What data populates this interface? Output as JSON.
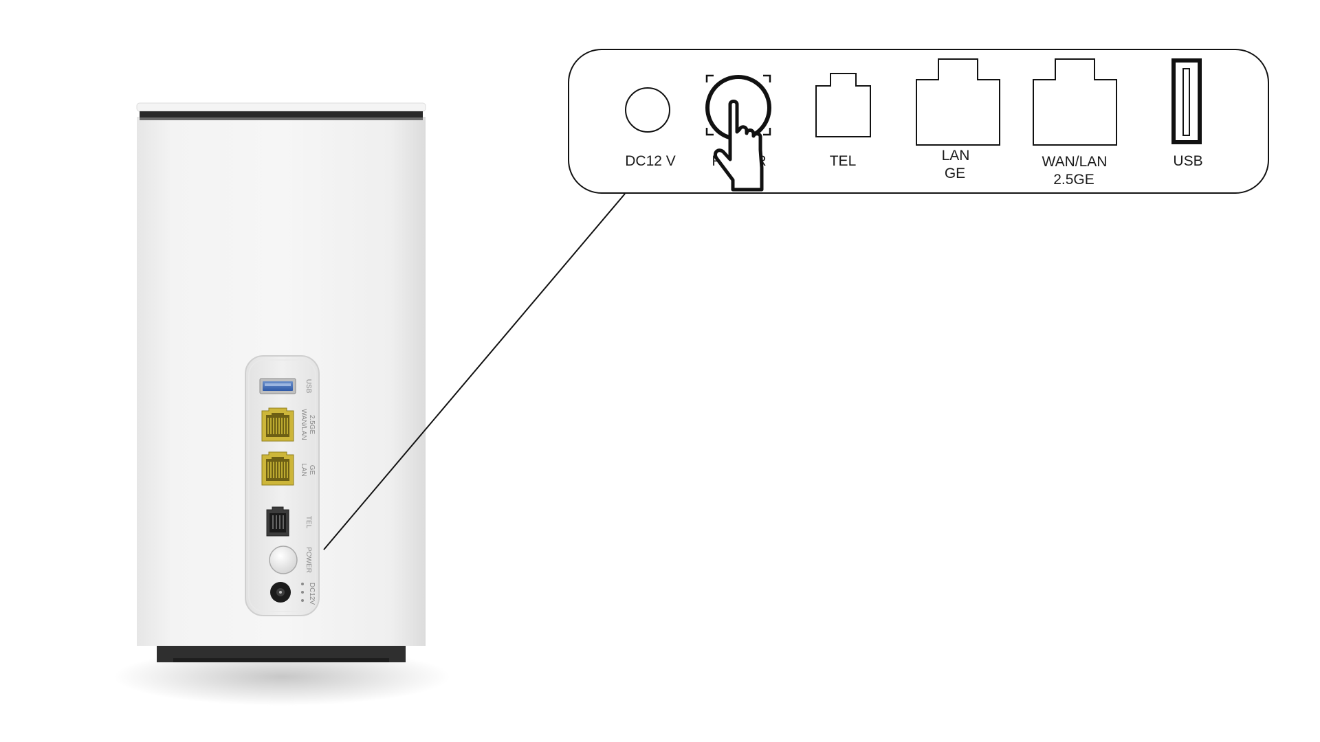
{
  "callout": {
    "ports": [
      {
        "id": "dc12v",
        "label": "DC12 V",
        "label2": ""
      },
      {
        "id": "power",
        "label": "POWER",
        "label2": ""
      },
      {
        "id": "tel",
        "label": "TEL",
        "label2": ""
      },
      {
        "id": "lan",
        "label": "LAN",
        "label2": "GE"
      },
      {
        "id": "wanlan",
        "label": "WAN/LAN",
        "label2": "2.5GE"
      },
      {
        "id": "usb",
        "label": "USB",
        "label2": ""
      }
    ]
  },
  "device": {
    "labels": {
      "usb": "USB",
      "wan1": "WAN/LAN",
      "wan2": "2.5GE",
      "lan1": "LAN",
      "lan2": "GE",
      "tel": "TEL",
      "power": "POWER",
      "dc": "DC12V"
    }
  },
  "colors": {
    "outline": "#111111",
    "port_yellow": "#d8c33a",
    "device_body": "#f2f2f2",
    "device_base": "#2f2f2f"
  }
}
